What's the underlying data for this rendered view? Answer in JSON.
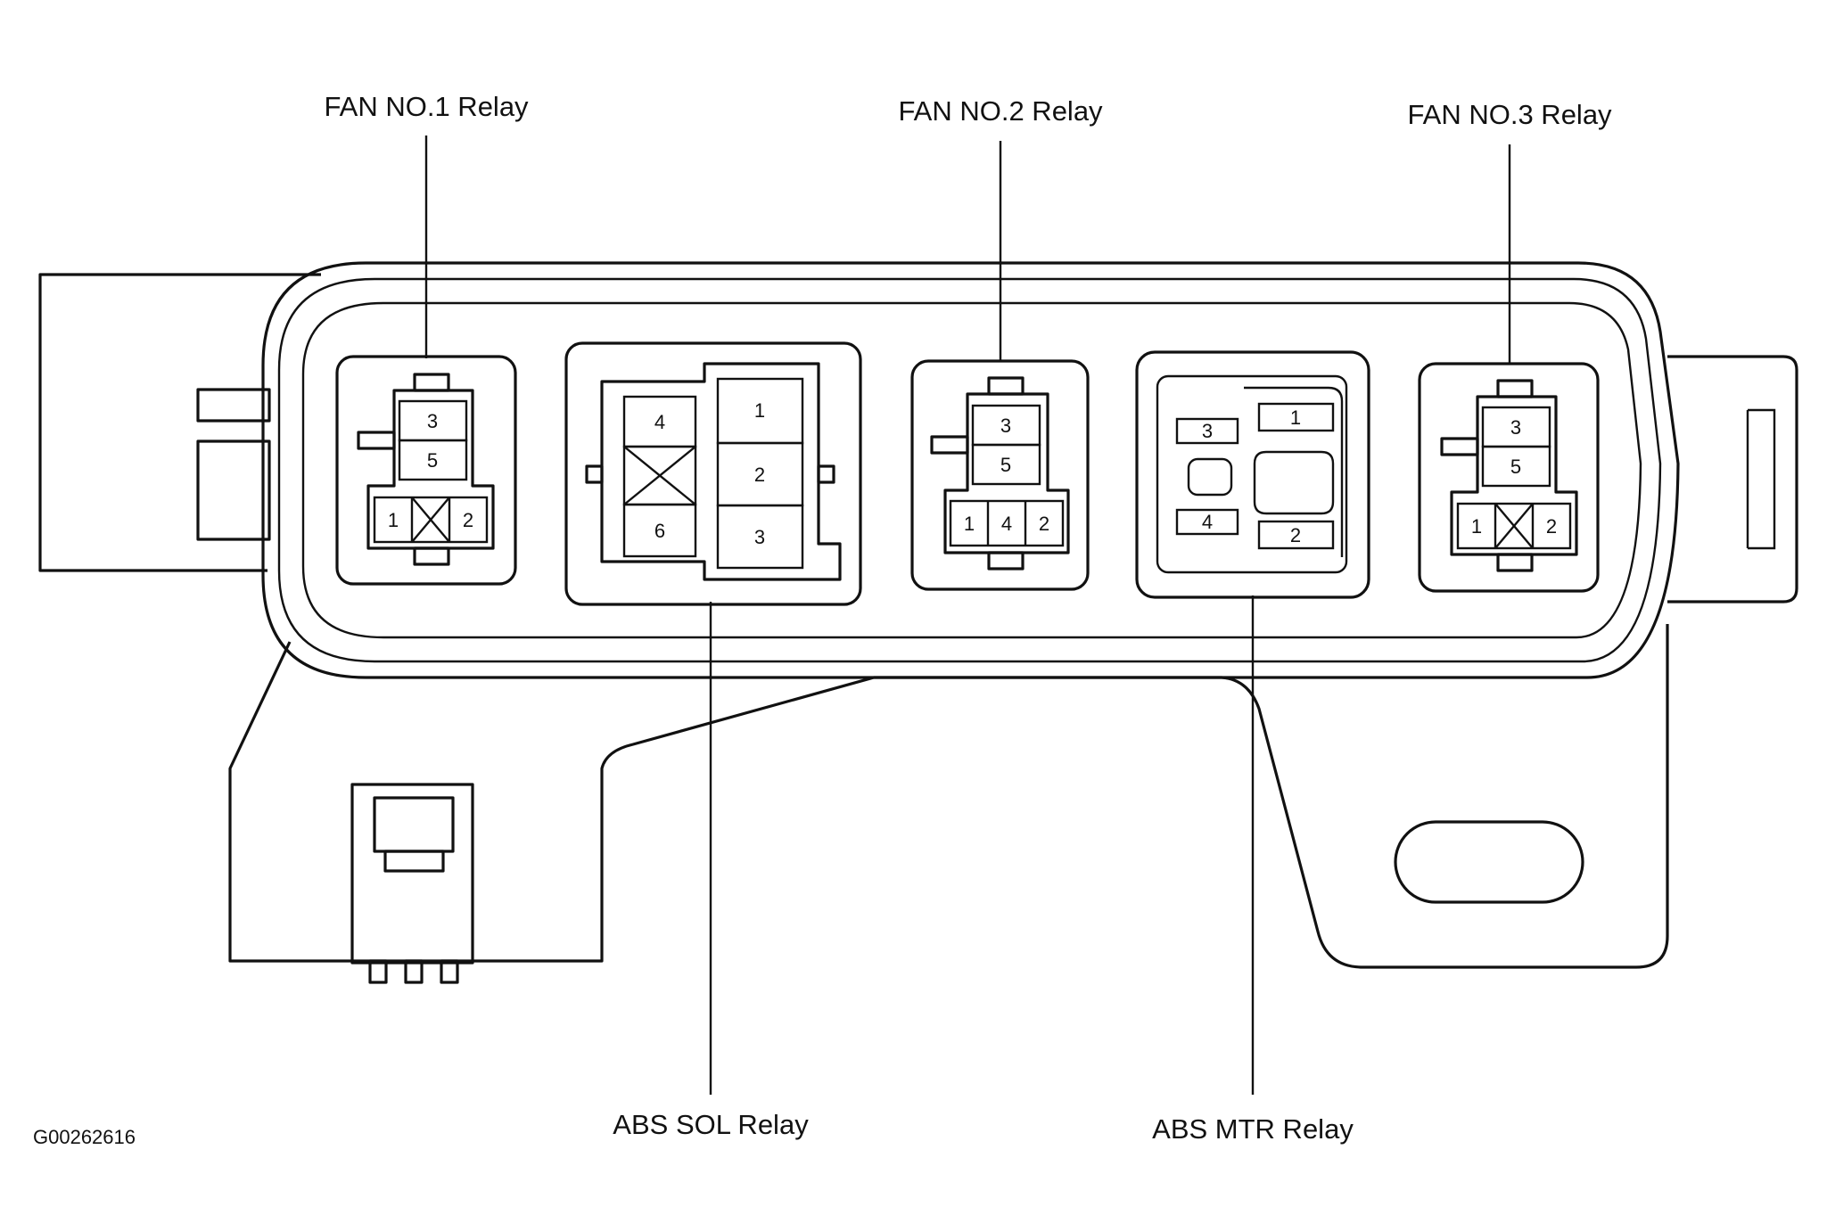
{
  "labels": {
    "fan1": "FAN NO.1 Relay",
    "fan2": "FAN NO.2 Relay",
    "fan3": "FAN NO.3 Relay",
    "abs_sol": "ABS SOL Relay",
    "abs_mtr": "ABS MTR Relay"
  },
  "figure_code": "G00262616",
  "pins": {
    "fan1": [
      "3",
      "5",
      "1",
      "2"
    ],
    "abs_sol": [
      "4",
      "6",
      "1",
      "2",
      "3"
    ],
    "fan2": [
      "3",
      "5",
      "1",
      "4",
      "2"
    ],
    "abs_mtr": [
      "3",
      "1",
      "4",
      "2"
    ],
    "fan3": [
      "3",
      "5",
      "1",
      "2"
    ]
  }
}
